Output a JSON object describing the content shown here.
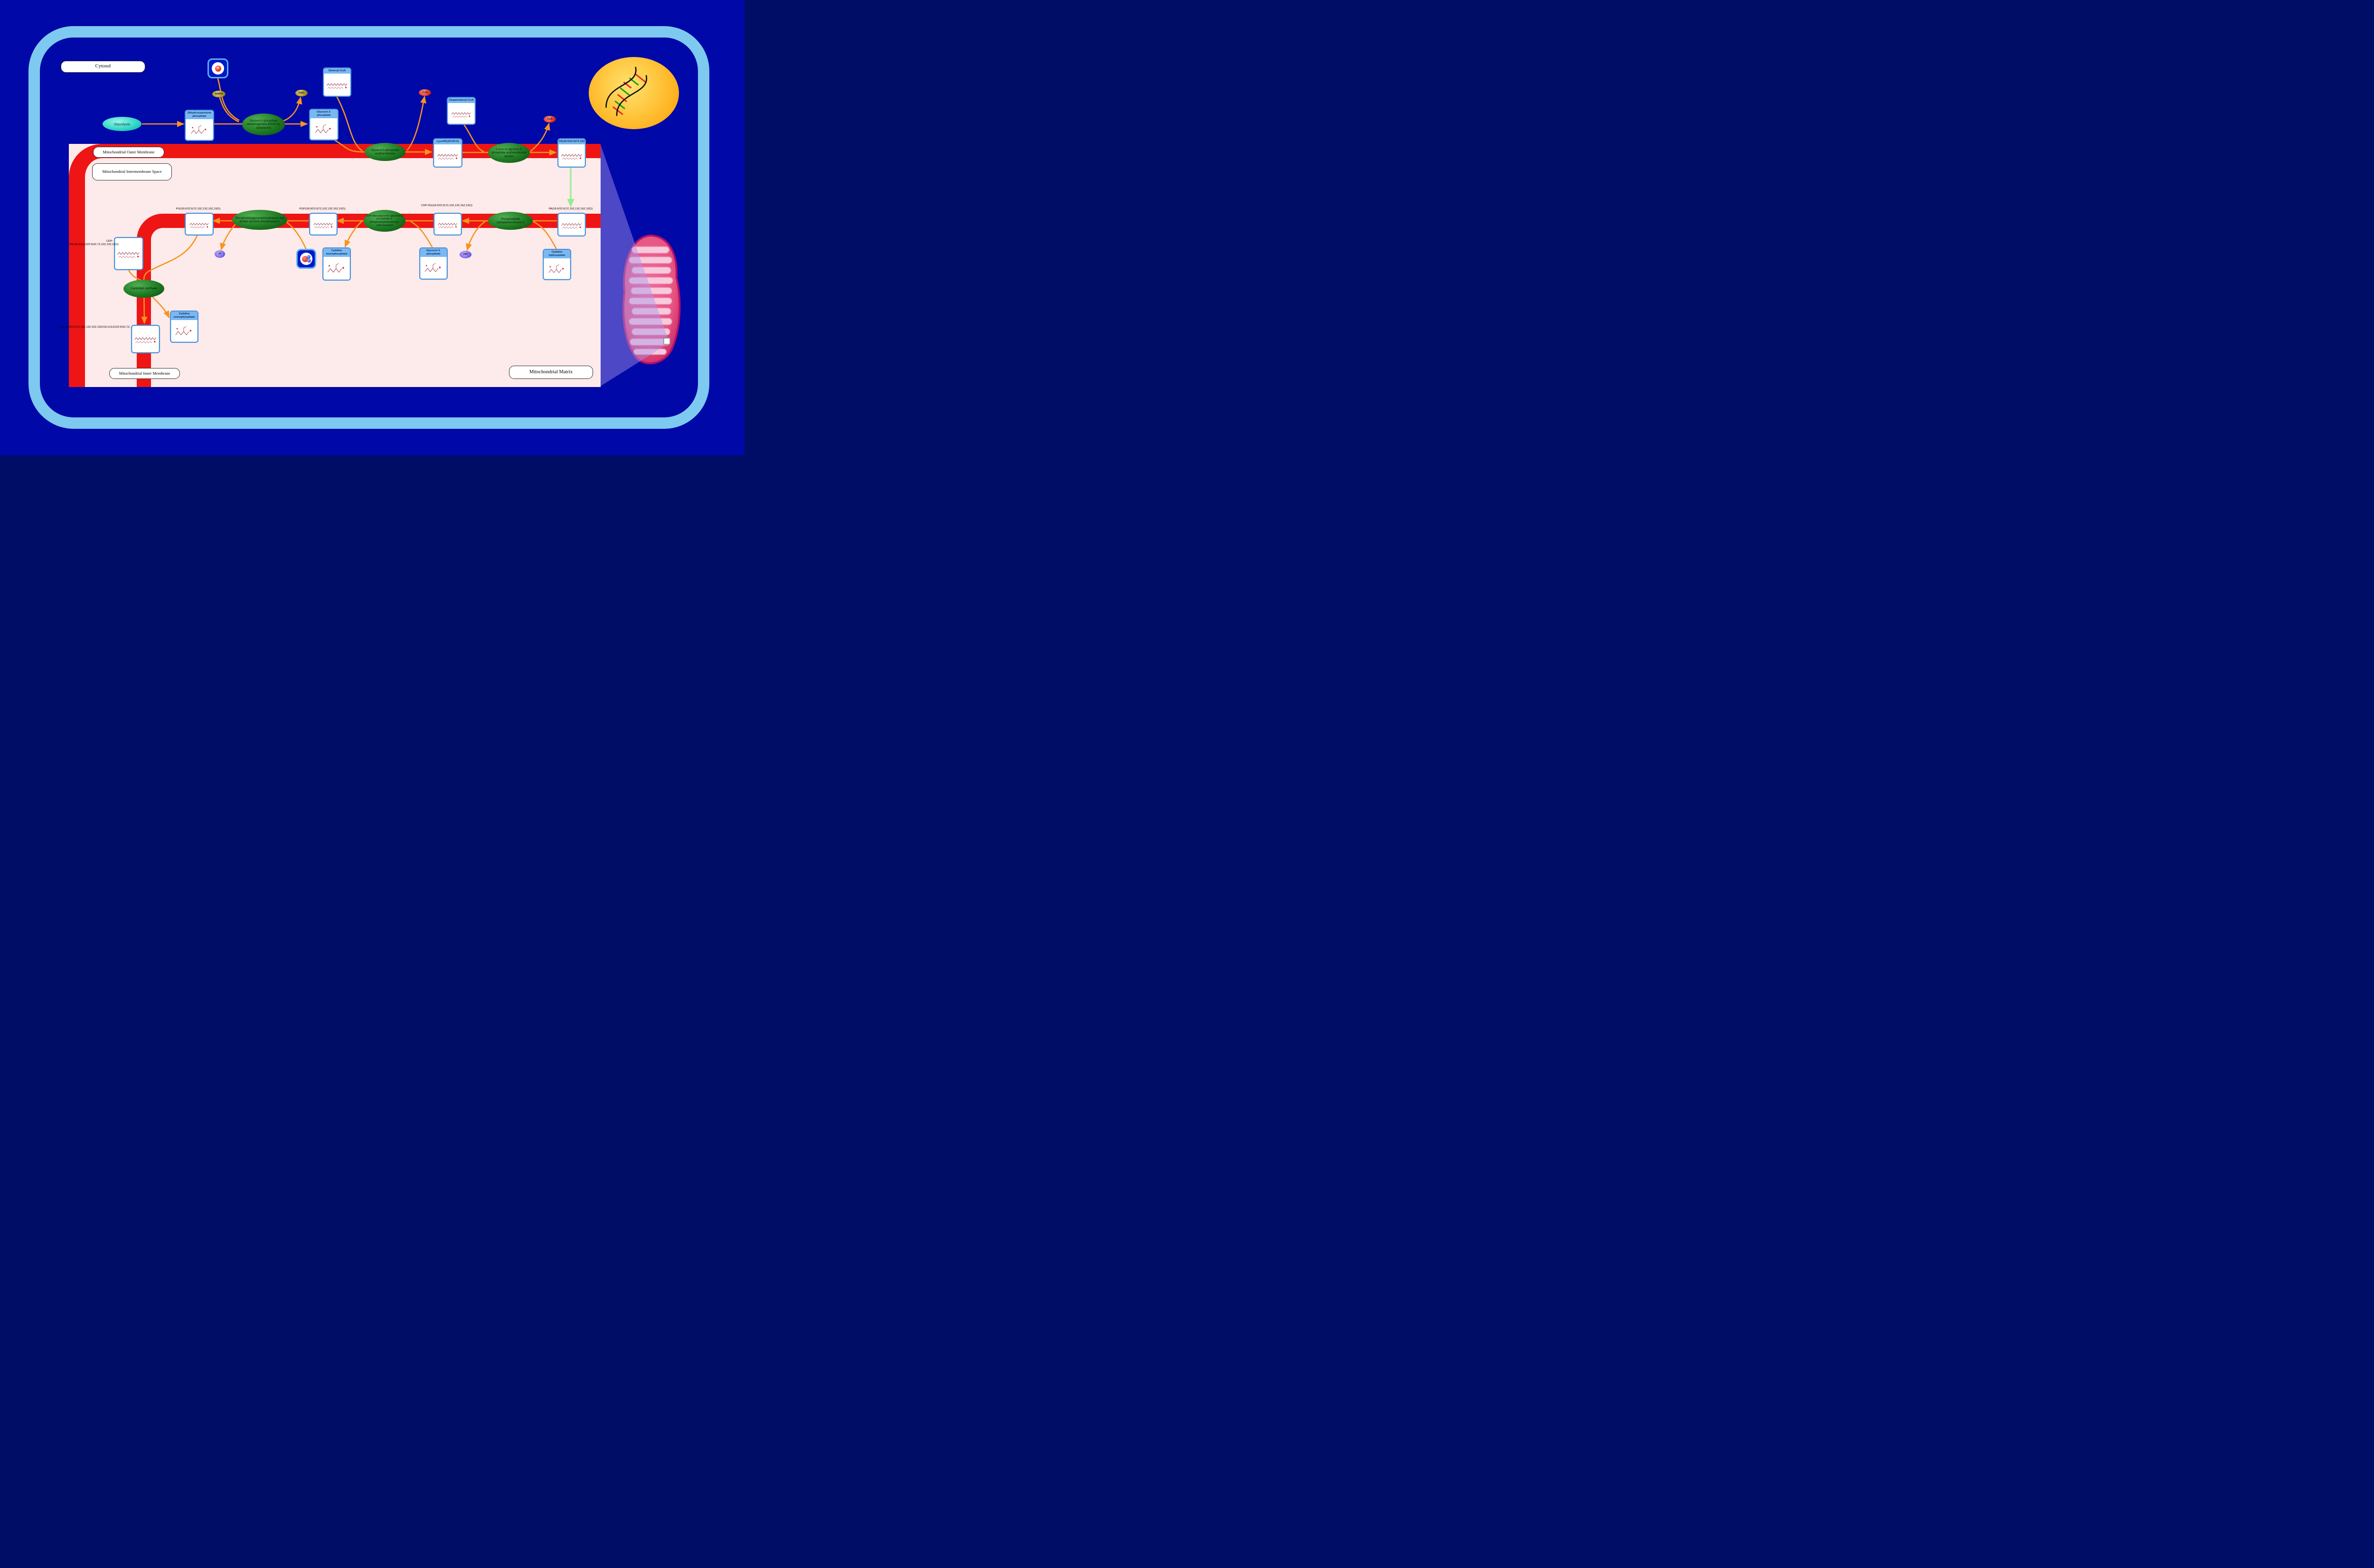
{
  "compartments": {
    "cytosol": "Cytosol",
    "outer_membrane": "Mitochondrial Outer Membrane",
    "intermembrane_space": "Mitochondrial Intermembrane Space",
    "inner_membrane": "Mitochondrial Inner Membrane",
    "matrix": "Mitochondrial Matrix"
  },
  "pathway_links": {
    "glycolysis": "Glycolysis"
  },
  "enzymes": {
    "gpd_cytoplasmic": "Glycerol-3-phosphate dehydrogenase [NAD(+)], cytoplasmic",
    "gpat": "Glycerol-3-phosphate acyltransferase",
    "agpat": "1-Acyl-sn-glycerol-3-phosphate acyltransferase epsilon",
    "cds2": "Phosphatidate cytidylyltransferase 2",
    "pgs1": "CDP-diacylglycerol--glycerol-3-phosphate 3-phosphatidyltransferase, mitochondrial",
    "ptpmt1": "Phosphatidylglycerophosphatase and protein-tyrosine phosphatase 1",
    "crls1": "Cardiolipin synthase"
  },
  "compounds": {
    "dhap": "Dihydroxyacetone phosphate",
    "g3p": "Glycerol 3-phosphate",
    "stearoyl_coa": "Stearoyl-CoA",
    "clupanodonyl_coa": "Clupanodonyl-CoA",
    "lysopa": "LysoPA(18:0/0:0)",
    "pa_top": "PA(18:0/22:5(7Z,10Z,13Z,16Z,19Z))",
    "pa_membrane": "PA(18:0/22:5(7Z,10Z,13Z,16Z,19Z))",
    "cdp_dg_1": "CDP-DG(18:0/22:5(7Z,10Z,13Z,16Z,19Z))",
    "ctp": "Cytidine triphosphate",
    "g3p_2": "Glycerol 3-phosphate",
    "pgp": "PGP(18:0/22:5(7Z,10Z,13Z,16Z,19Z))",
    "cmp_1": "Cytidine monophosphate",
    "pg": "PG(18:0/22:5(7Z,10Z,13Z,16Z,19Z))",
    "cdp_dg_2": "CDP-DG(18:1(11Z)/22:5(4Z,7Z,10Z,13Z,16Z))",
    "cl": "CL(18:0/22:5(7Z,10Z,13Z,16Z,19Z)/18:1(11Z)/22:5(4Z,7Z,10Z,13Z,16Z))",
    "cmp_2": "Cytidine monophosphate",
    "h": "H"
  },
  "cofactors": {
    "nadh": "NADH",
    "nad": "NAD",
    "coa_1": "CoA",
    "coa_2": "CoA",
    "ppi": "PPi",
    "pi": "Pi"
  },
  "icons": {
    "dna": "dna-helix-icon",
    "mitochondrion": "mitochondrion-icon",
    "water": "water-molecule-icon",
    "proton": "proton-ball-icon"
  },
  "colors": {
    "background_navy": "#0008A8",
    "cell_border_blue": "#7EC9EF",
    "membrane_red": "#EE1515",
    "compartment_pink": "#FDEAEA",
    "enzyme_green": "#1E7A22",
    "compound_header_blue": "#79B8F2",
    "arrow_orange": "#F7941D",
    "transport_arrow_green": "#90EE90",
    "nucleus_yellow": "#FFC53D",
    "mitochondrion_pink": "#E75480",
    "pathway_cyan": "#35D6C6",
    "cofactor_olive": "#A89224",
    "cofactor_red": "#E23322",
    "cofactor_purple": "#7B68EE"
  }
}
